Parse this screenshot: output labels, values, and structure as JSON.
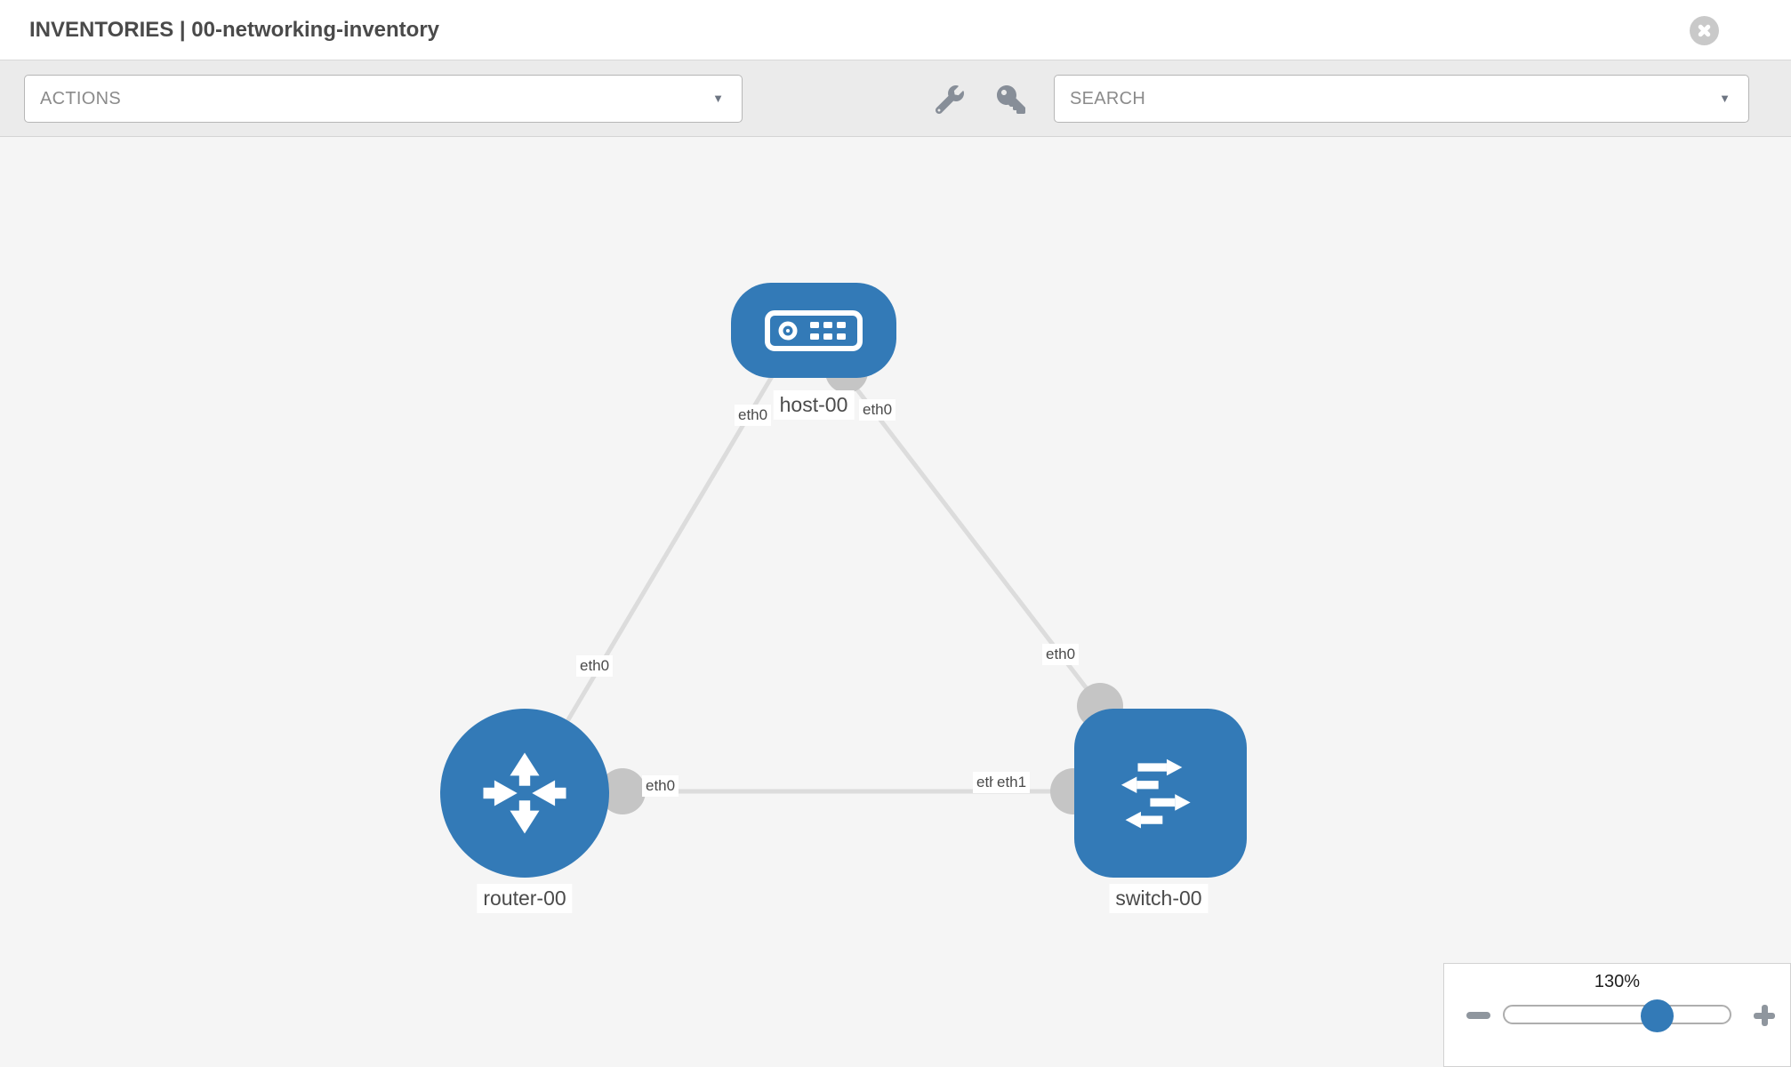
{
  "header": {
    "title": "INVENTORIES | 00-networking-inventory"
  },
  "toolbar": {
    "actions_placeholder": "ACTIONS",
    "search_placeholder": "SEARCH"
  },
  "icons": {
    "caret_glyph": "▼",
    "close": "circle-x",
    "wrench": "wrench",
    "key": "key",
    "zoom_out": "minus",
    "zoom_in": "plus"
  },
  "topology": {
    "nodes": [
      {
        "id": "host-00",
        "label": "host-00",
        "type": "host"
      },
      {
        "id": "router-00",
        "label": "router-00",
        "type": "router"
      },
      {
        "id": "switch-00",
        "label": "switch-00",
        "type": "switch"
      }
    ],
    "links": [
      {
        "source": "host-00",
        "target": "router-00",
        "source_interface": "eth0",
        "target_interface": "eth0"
      },
      {
        "source": "host-00",
        "target": "switch-00",
        "source_interface": "eth0",
        "target_interface": "eth0"
      },
      {
        "source": "router-00",
        "target": "switch-00",
        "source_interface": "eth0",
        "target_interface": "eth1",
        "target_interface_overlapped": "eth0"
      }
    ]
  },
  "zoom_control": {
    "level": "130%",
    "percent": 130
  },
  "colors": {
    "node_blue": "#337ab7",
    "link_gray": "#dcdcdc",
    "port_gray": "#c5c5c5",
    "canvas_bg": "#f5f5f5",
    "toolbar_bg": "#ebebeb",
    "icon_gray": "#878e98"
  }
}
